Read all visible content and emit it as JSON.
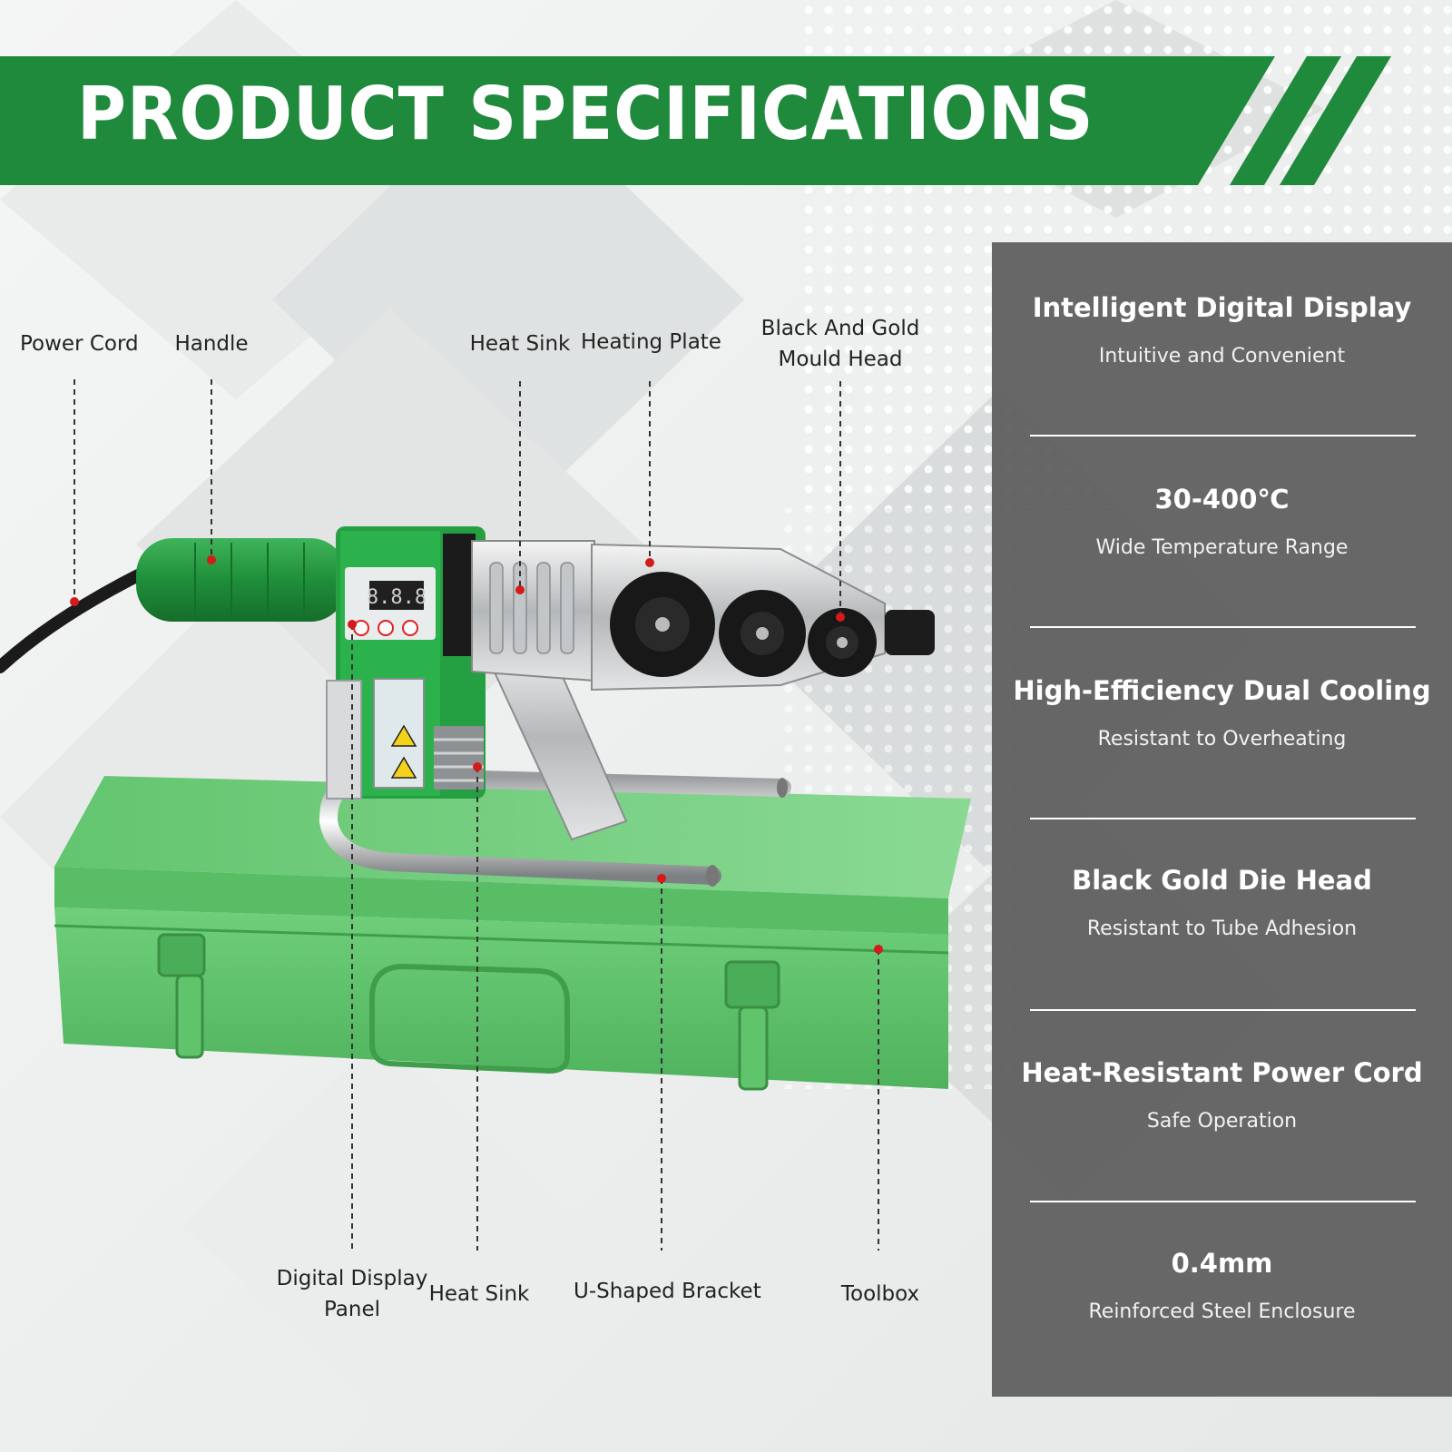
{
  "header": {
    "title": "PRODUCT SPECIFICATIONS"
  },
  "colors": {
    "brand_green": "#1f8a3c",
    "panel_gray": "#5c5c5c",
    "marker_red": "#d41a1a"
  },
  "callouts": {
    "top": [
      {
        "id": "power-cord",
        "label": "Power Cord"
      },
      {
        "id": "handle",
        "label": "Handle"
      },
      {
        "id": "heat-sink-top",
        "label": "Heat Sink"
      },
      {
        "id": "heating-plate",
        "label": "Heating Plate"
      },
      {
        "id": "mould-head",
        "line1": "Black And Gold",
        "line2": "Mould Head"
      }
    ],
    "bottom": [
      {
        "id": "digital-display-panel",
        "line1": "Digital Display",
        "line2": "Panel"
      },
      {
        "id": "heat-sink-bottom",
        "label": "Heat Sink"
      },
      {
        "id": "u-shaped-bracket",
        "label": "U-Shaped Bracket"
      },
      {
        "id": "toolbox",
        "label": "Toolbox"
      }
    ]
  },
  "features": [
    {
      "title": "Intelligent Digital Display",
      "desc": "Intuitive and Convenient"
    },
    {
      "title": "30-400℃",
      "desc": "Wide Temperature Range"
    },
    {
      "title": "High-Efficiency Dual Cooling",
      "desc": "Resistant to Overheating"
    },
    {
      "title": "Black Gold Die Head",
      "desc": "Resistant to Tube Adhesion"
    },
    {
      "title": "Heat-Resistant Power Cord",
      "desc": "Safe Operation"
    },
    {
      "title": "0.4mm",
      "desc": "Reinforced Steel Enclosure"
    }
  ],
  "device": {
    "display_readout": "8.8.8"
  }
}
